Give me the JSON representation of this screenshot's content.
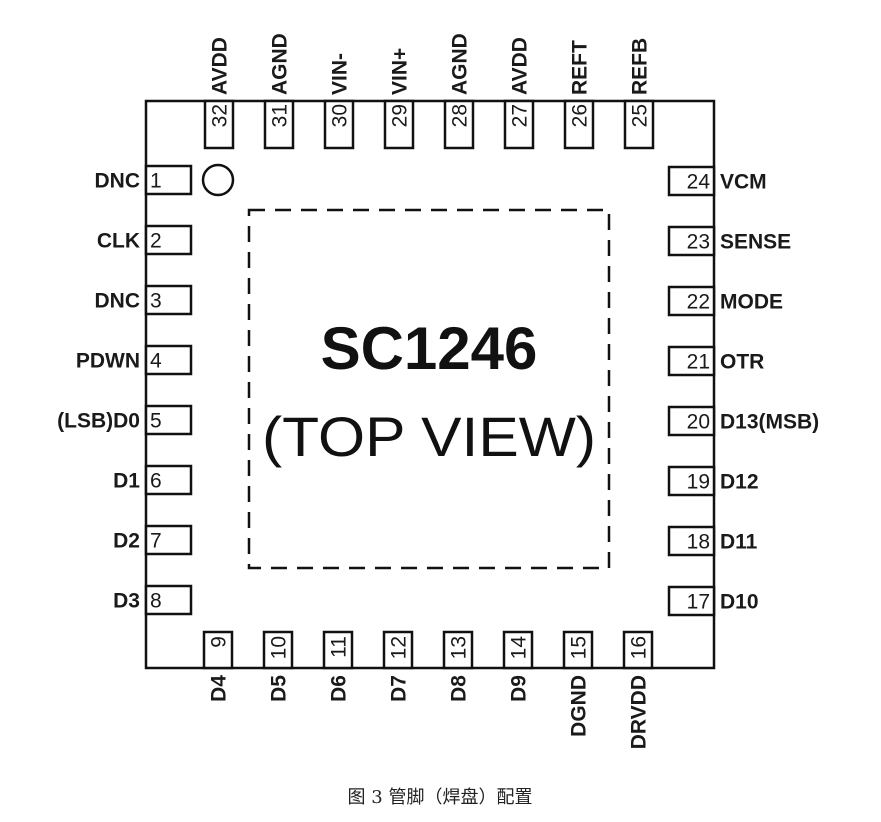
{
  "chip": {
    "name": "SC1246",
    "view": "(TOP VIEW)"
  },
  "caption": "图 3 管脚（焊盘）配置",
  "pins": {
    "left": [
      {
        "num": "1",
        "label": "DNC"
      },
      {
        "num": "2",
        "label": "CLK"
      },
      {
        "num": "3",
        "label": "DNC"
      },
      {
        "num": "4",
        "label": "PDWN"
      },
      {
        "num": "5",
        "label": "(LSB)D0"
      },
      {
        "num": "6",
        "label": "D1"
      },
      {
        "num": "7",
        "label": "D2"
      },
      {
        "num": "8",
        "label": "D3"
      }
    ],
    "bottom": [
      {
        "num": "9",
        "label": "D4"
      },
      {
        "num": "10",
        "label": "D5"
      },
      {
        "num": "11",
        "label": "D6"
      },
      {
        "num": "12",
        "label": "D7"
      },
      {
        "num": "13",
        "label": "D8"
      },
      {
        "num": "14",
        "label": "D9"
      },
      {
        "num": "15",
        "label": "DGND"
      },
      {
        "num": "16",
        "label": "DRVDD"
      }
    ],
    "right": [
      {
        "num": "17",
        "label": "D10"
      },
      {
        "num": "18",
        "label": "D11"
      },
      {
        "num": "19",
        "label": "D12"
      },
      {
        "num": "20",
        "label": "D13(MSB)"
      },
      {
        "num": "21",
        "label": "OTR"
      },
      {
        "num": "22",
        "label": "MODE"
      },
      {
        "num": "23",
        "label": "SENSE"
      },
      {
        "num": "24",
        "label": "VCM"
      }
    ],
    "top": [
      {
        "num": "25",
        "label": "REFB"
      },
      {
        "num": "26",
        "label": "REFT"
      },
      {
        "num": "27",
        "label": "AVDD"
      },
      {
        "num": "28",
        "label": "AGND"
      },
      {
        "num": "29",
        "label": "VIN+"
      },
      {
        "num": "30",
        "label": "VIN-"
      },
      {
        "num": "31",
        "label": "AGND"
      },
      {
        "num": "32",
        "label": "AVDD"
      }
    ]
  }
}
